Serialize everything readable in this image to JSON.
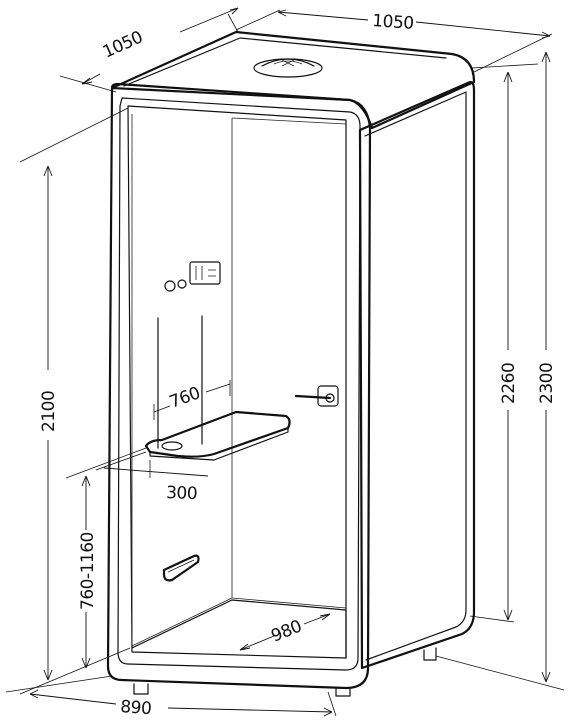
{
  "dimensions": {
    "top_depth": "1050",
    "top_width": "1050",
    "door_height": "2100",
    "inner_height": "2260",
    "total_height": "2300",
    "desk_height": "760-1160",
    "desk_width": "760",
    "desk_depth": "300",
    "floor_depth": "980",
    "base_width": "890"
  },
  "colors": {
    "line": "#111111",
    "background": "#ffffff"
  },
  "icons": [
    "ventilation-fan-icon",
    "power-socket-icon",
    "control-panel-icon",
    "door-handle-icon",
    "vent-grille-icon"
  ]
}
